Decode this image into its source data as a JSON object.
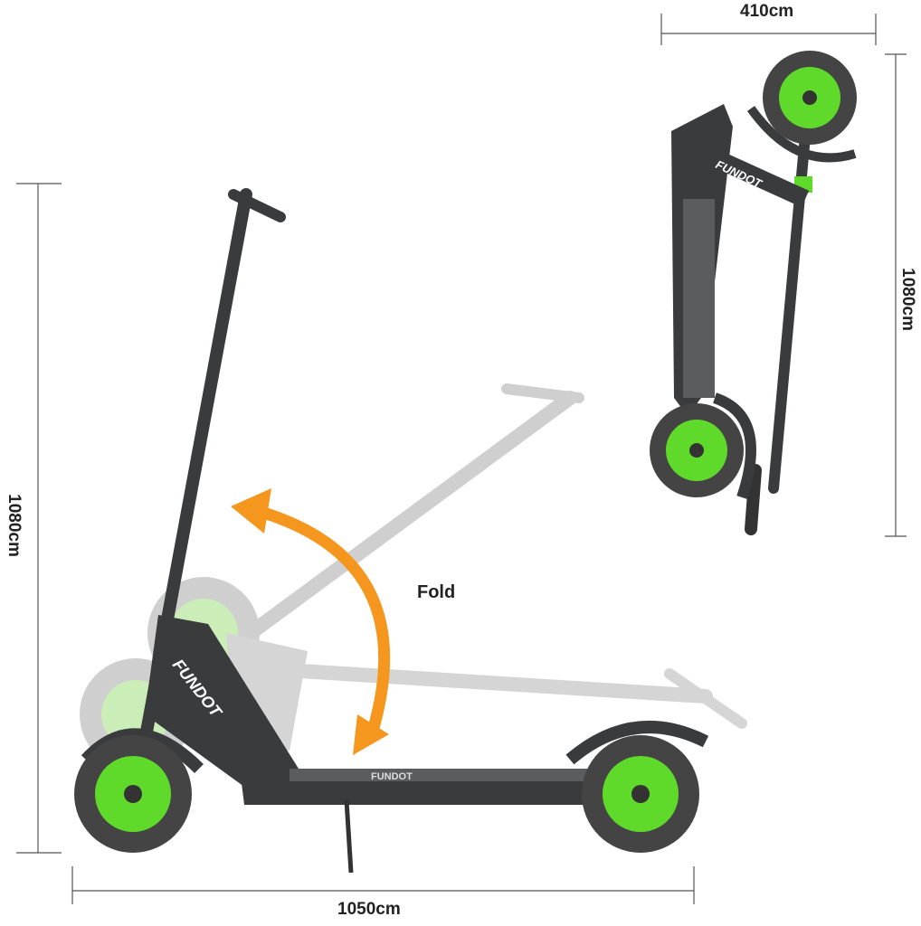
{
  "dimensions": {
    "folded_width": "410cm",
    "folded_height": "1080cm",
    "unfolded_height": "1080cm",
    "unfolded_length": "1050cm"
  },
  "fold_label": "Fold",
  "brand": "FUNDOT",
  "colors": {
    "accent_green": "#5fd92a",
    "arrow_orange": "#f5961e",
    "frame_gray": "#3a3b3d",
    "line_gray": "#555555"
  }
}
